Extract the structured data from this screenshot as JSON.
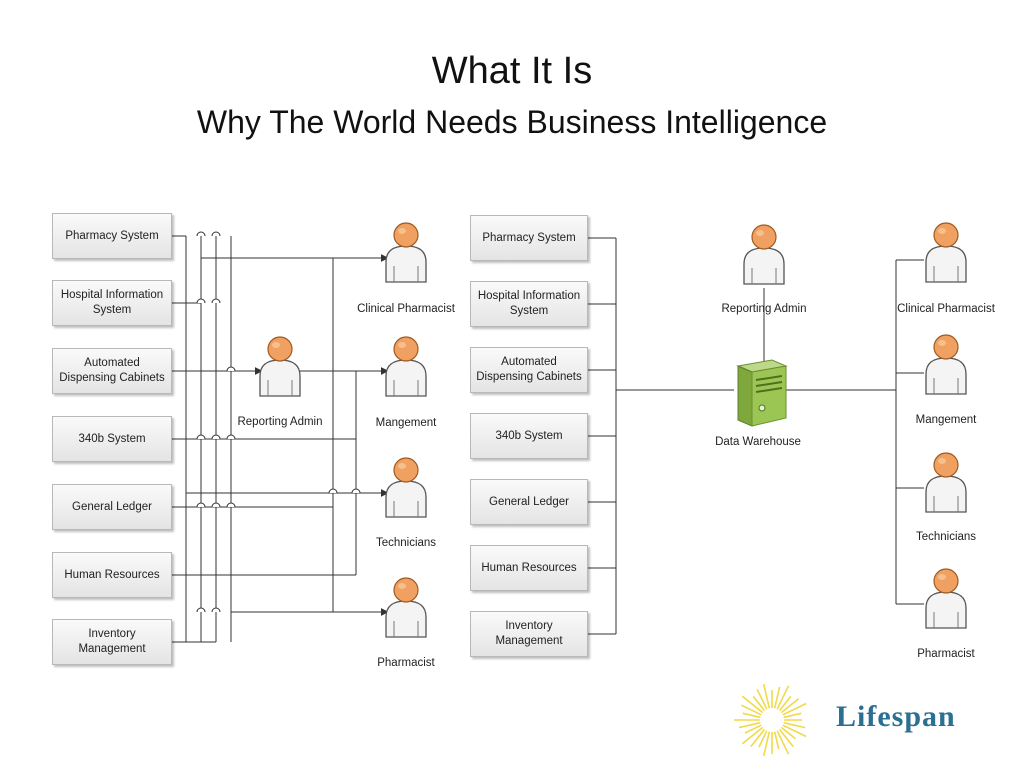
{
  "slide": {
    "title": "What It Is",
    "subtitle": "Why The World Needs Business Intelligence"
  },
  "left_diagram": {
    "sources": [
      "Pharmacy System",
      "Hospital Information\nSystem",
      "Automated\nDispensing Cabinets",
      "340b System",
      "General Ledger",
      "Human Resources",
      "Inventory\nManagement"
    ],
    "hub": "Reporting Admin",
    "consumers": [
      "Clinical Pharmacist",
      "Mangement",
      "Technicians",
      "Pharmacist"
    ]
  },
  "right_diagram": {
    "sources": [
      "Pharmacy System",
      "Hospital Information\nSystem",
      "Automated\nDispensing Cabinets",
      "340b System",
      "General Ledger",
      "Human Resources",
      "Inventory\nManagement"
    ],
    "admin": "Reporting Admin",
    "warehouse": "Data Warehouse",
    "consumers": [
      "Clinical Pharmacist",
      "Mangement",
      "Technicians",
      "Pharmacist"
    ]
  },
  "logo": {
    "text": "Lifespan",
    "color": "#2b6f93",
    "sun_color": "#f2d94a"
  },
  "colors": {
    "person_head": "#f0a060",
    "person_body": "#f2f2f2",
    "line": "#333333",
    "server": "#8db84a"
  }
}
